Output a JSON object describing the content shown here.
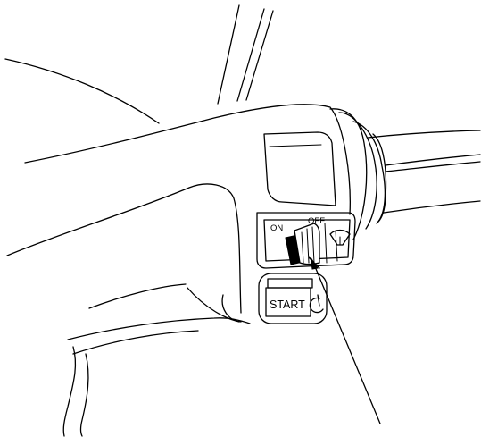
{
  "switch_labels": {
    "on": "ON",
    "off": "OFF",
    "start": "START"
  },
  "icons": {
    "wiper_symbol": "wiper-icon",
    "start_symbol": "start-circle-icon",
    "pointer": "arrow-pointer-icon"
  },
  "colors": {
    "ink": "#000000",
    "paper": "#ffffff"
  }
}
